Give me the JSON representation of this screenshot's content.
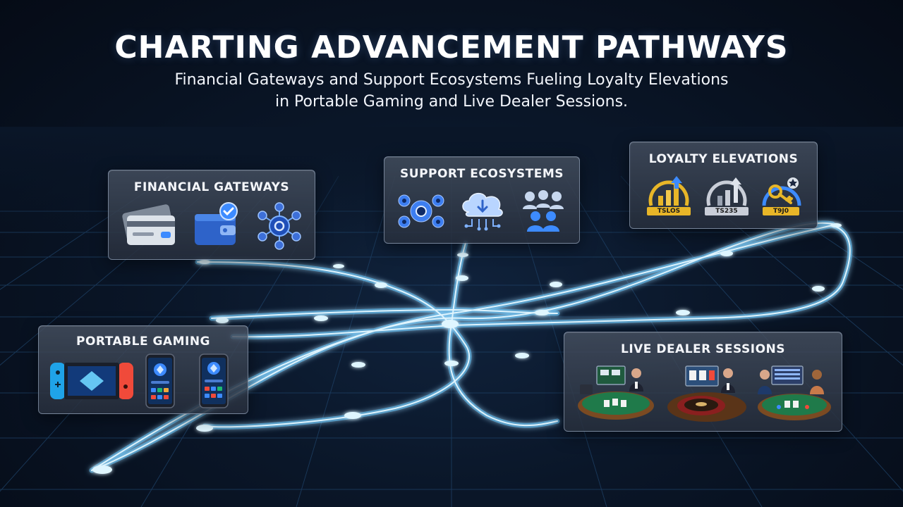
{
  "header": {
    "title": "CHARTING ADVANCEMENT PATHWAYS",
    "subtitle_line1": "Financial Gateways and Support Ecosystems Fueling Loyalty Elevations",
    "subtitle_line2": "in Portable Gaming and Live Dealer Sessions."
  },
  "panels": {
    "financial": {
      "title": "FINANCIAL GATEWAYS",
      "icons": [
        "credit-card-icon",
        "wallet-check-icon",
        "network-hub-icon"
      ]
    },
    "support": {
      "title": "SUPPORT ECOSYSTEMS",
      "icons": [
        "gears-icon",
        "cloud-circuit-icon",
        "user-group-icon"
      ]
    },
    "loyalty": {
      "title": "LOYALTY ELEVATIONS",
      "badges": [
        "TSLOS",
        "TS235",
        "T9J0"
      ],
      "icons": [
        "gold-growth-badge-icon",
        "silver-growth-badge-icon",
        "key-star-badge-icon"
      ]
    },
    "portable": {
      "title": "PORTABLE GAMING",
      "icons": [
        "handheld-console-icon",
        "smartphone-icon",
        "smartphone-icon"
      ]
    },
    "live": {
      "title": "LIVE DEALER SESSIONS",
      "icons": [
        "blackjack-table-icon",
        "roulette-table-icon",
        "card-table-icon"
      ]
    }
  },
  "colors": {
    "path_glow": "#5fc8ff",
    "path_core": "#e6f8ff",
    "grid": "#1d3f63",
    "gold": "#e8b628",
    "silver": "#c9ced8",
    "accent_blue": "#3d8bff",
    "felt_green": "#1f7a4a"
  }
}
